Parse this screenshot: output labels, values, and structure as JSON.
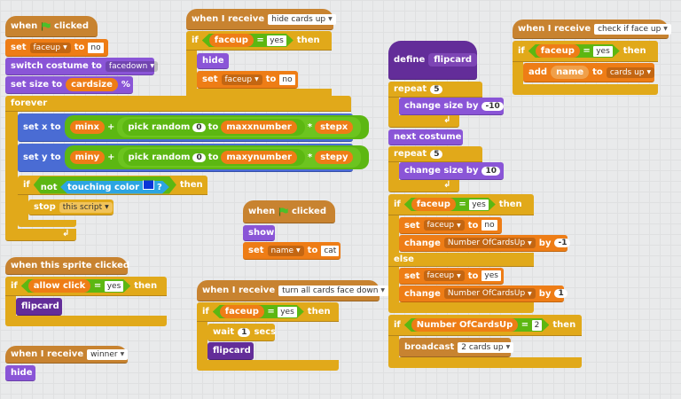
{
  "s1": {
    "when": "when",
    "clicked": "clicked",
    "set": "set",
    "var1": "faceup",
    "to": "to",
    "val1": "no",
    "switch_costume": "switch costume to",
    "costume": "facedown",
    "set_size": "set size to",
    "cardsize": "cardsize",
    "pct": "%",
    "forever": "forever",
    "set_x": "set x to",
    "minx": "minx",
    "plus": "+",
    "pick_random": "pick random",
    "zero": "0",
    "to2": "to",
    "maxxnumber": "maxxnumber",
    "times": "*",
    "stepx": "stepx",
    "set_y": "set y to",
    "miny": "miny",
    "maxynumber": "maxynumber",
    "stepy": "stepy",
    "if": "if",
    "not": "not",
    "touching_color": "touching color",
    "q": "?",
    "then": "then",
    "stop": "stop",
    "stop_opt": "this script"
  },
  "s2": {
    "hat": "when this sprite clicked",
    "if": "if",
    "allow_click": "allow click",
    "eq": "=",
    "yes": "yes",
    "then": "then",
    "flipcard": "flipcard"
  },
  "s3": {
    "hat": "when I receive",
    "msg": "winner",
    "hide": "hide"
  },
  "s4": {
    "hat": "when I receive",
    "msg": "hide cards up",
    "if": "if",
    "faceup": "faceup",
    "eq": "=",
    "yes": "yes",
    "then": "then",
    "hide": "hide",
    "set": "set",
    "var": "faceup",
    "to": "to",
    "val": "no"
  },
  "s5": {
    "when": "when",
    "clicked": "clicked",
    "show": "show",
    "set": "set",
    "var": "name",
    "to": "to",
    "val": "cat"
  },
  "s6": {
    "hat": "when I receive",
    "msg": "turn all cards face down",
    "if": "if",
    "faceup": "faceup",
    "eq": "=",
    "yes": "yes",
    "then": "then",
    "wait": "wait",
    "secs_val": "1",
    "secs": "secs",
    "flipcard": "flipcard"
  },
  "s7": {
    "define": "define",
    "proc": "flipcard",
    "repeat": "repeat",
    "rep1": "5",
    "change_size": "change size by",
    "cs1": "-10",
    "next_costume": "next costume",
    "rep2": "5",
    "cs2": "10",
    "if": "if",
    "faceup": "faceup",
    "eq": "=",
    "yes": "yes",
    "then": "then",
    "set": "set",
    "var": "faceup",
    "to": "to",
    "no": "no",
    "change": "change",
    "ncu": "Number OfCardsUp",
    "by": "by",
    "neg1": "-1",
    "else": "else",
    "one": "1",
    "ncu2": "Number OfCardsUp",
    "two": "2",
    "broadcast": "broadcast",
    "bc_msg": "2 cards up"
  },
  "s8": {
    "hat": "when I receive",
    "msg": "check if face up",
    "if": "if",
    "faceup": "faceup",
    "eq": "=",
    "yes": "yes",
    "then": "then",
    "add": "add",
    "name": "name",
    "to": "to",
    "list": "cards up"
  },
  "colors": {
    "events": "#c88330",
    "control": "#e1a91a",
    "looks": "#8a55d7",
    "motion": "#4a6cd4",
    "data": "#ee7d16",
    "sensing": "#2ca5e2",
    "operators": "#5cb712",
    "more_blocks": "#632d99",
    "touch_color": "#0b36d8"
  }
}
